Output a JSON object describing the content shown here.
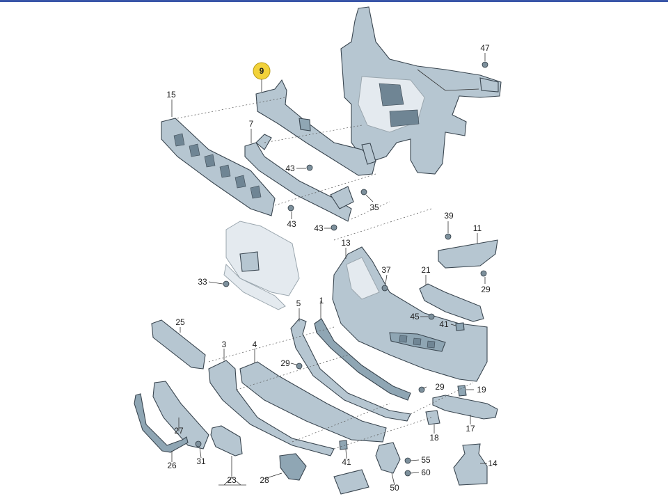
{
  "callouts": {
    "c47": "47",
    "c9": "9",
    "c15": "15",
    "c7": "7",
    "c43a": "43",
    "c35": "35",
    "c43b": "43",
    "c43c": "43",
    "c39": "39",
    "c11": "11",
    "c13": "13",
    "c37": "37",
    "c21": "21",
    "c33": "33",
    "c29a": "29",
    "c5": "5",
    "c1": "1",
    "c45": "45",
    "c41a": "41",
    "c25": "25",
    "c3": "3",
    "c4": "4",
    "c29b": "29",
    "c29c": "29",
    "c19": "19",
    "c17": "17",
    "c18": "18",
    "c27": "27",
    "c26": "26",
    "c31": "31",
    "c41b": "41",
    "c23": "23",
    "c28": "28",
    "c50": "50",
    "c55": "55",
    "c60": "60",
    "c14": "14"
  },
  "highlighted_part": "9",
  "colors": {
    "highlight": "#f2d23a",
    "part_fill": "#b6c6d1",
    "outline": "#3a4650",
    "accent_bar": "#3a56a8"
  }
}
